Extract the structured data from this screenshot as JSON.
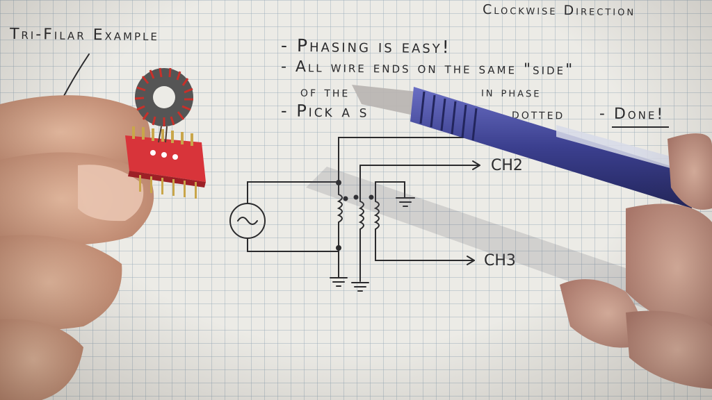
{
  "notes": {
    "title": "Tri-Filar Example",
    "top_right": "Clockwise Direction",
    "line1": "- Phasing is easy!",
    "line2": "- All wire ends on the same \"side\"",
    "line3": "of the",
    "line3b": "in phase",
    "line4a": "- Pick a s",
    "line4b": "dotted",
    "line4c": "- Done!"
  },
  "schematic": {
    "channel_2": "CH2",
    "channel_3": "CH3",
    "source_symbol": "~"
  },
  "colors": {
    "paper": "#ecebe6",
    "grid": "#96aab9",
    "ink": "#2a2a2c",
    "toroid_wire": "#c8302a",
    "toroid_core": "#555555",
    "pcb": "#d8343a",
    "pin": "#c9a64a",
    "pen_body": "#3b3f8e",
    "pen_cap": "#5a5fb0",
    "skin": "#d8a98c"
  },
  "objects": {
    "left_hand": "hand-holding-toroid",
    "right_hand": "hand-holding-pen",
    "toroid": "trifilar-toroid-transformer",
    "pen": "blue-ballpoint-pen"
  }
}
